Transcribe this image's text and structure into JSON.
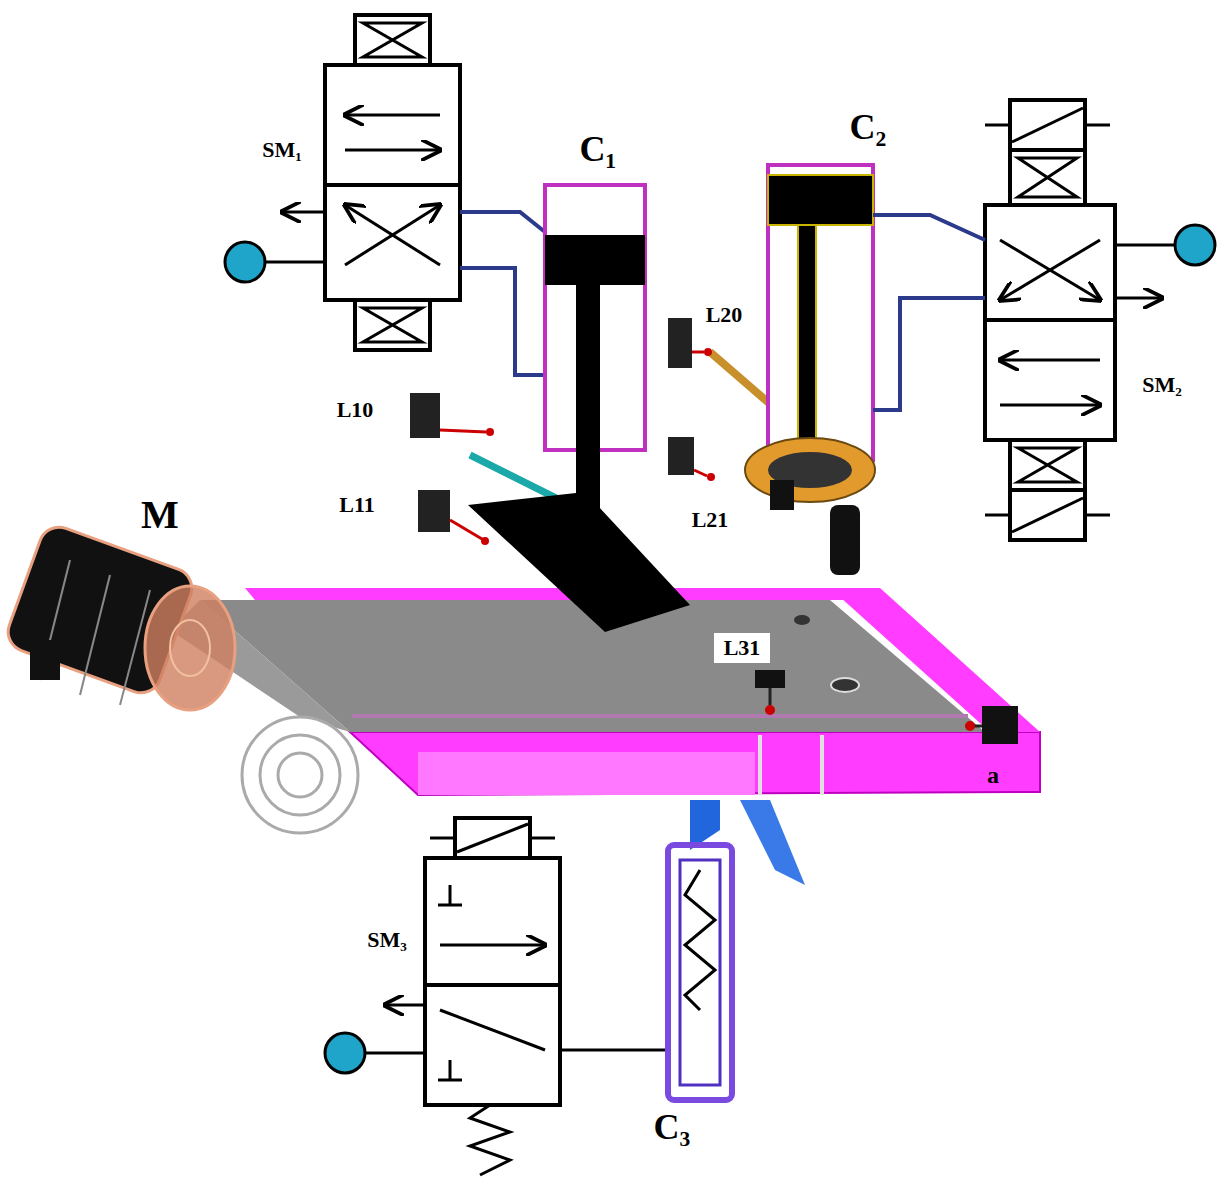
{
  "diagram": {
    "labels": [
      "SM₁",
      "C₁",
      "C₂",
      "L20",
      "SM₂",
      "L10",
      "M",
      "L11",
      "L21",
      "L31",
      "a",
      "SM₃",
      "C₃"
    ]
  }
}
